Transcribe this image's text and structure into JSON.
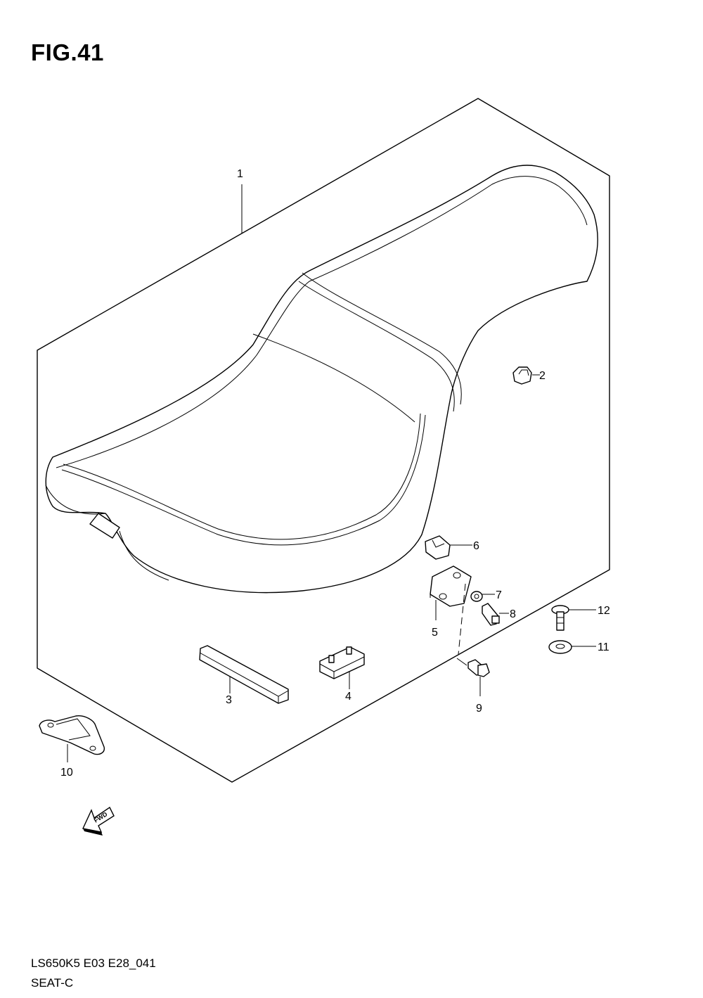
{
  "figure": {
    "title": "FIG.41"
  },
  "callouts": [
    {
      "id": "1",
      "label": "1"
    },
    {
      "id": "2",
      "label": "2"
    },
    {
      "id": "3",
      "label": "3"
    },
    {
      "id": "4",
      "label": "4"
    },
    {
      "id": "5",
      "label": "5"
    },
    {
      "id": "6",
      "label": "6"
    },
    {
      "id": "7",
      "label": "7"
    },
    {
      "id": "8",
      "label": "8"
    },
    {
      "id": "9",
      "label": "9"
    },
    {
      "id": "10",
      "label": "10"
    },
    {
      "id": "11",
      "label": "11"
    },
    {
      "id": "12",
      "label": "12"
    }
  ],
  "direction_marker": {
    "label": "FWD",
    "icon": "fwd-arrow-icon"
  },
  "footer": {
    "code": "LS650K5 E03 E28_041",
    "name": "SEAT-C"
  }
}
